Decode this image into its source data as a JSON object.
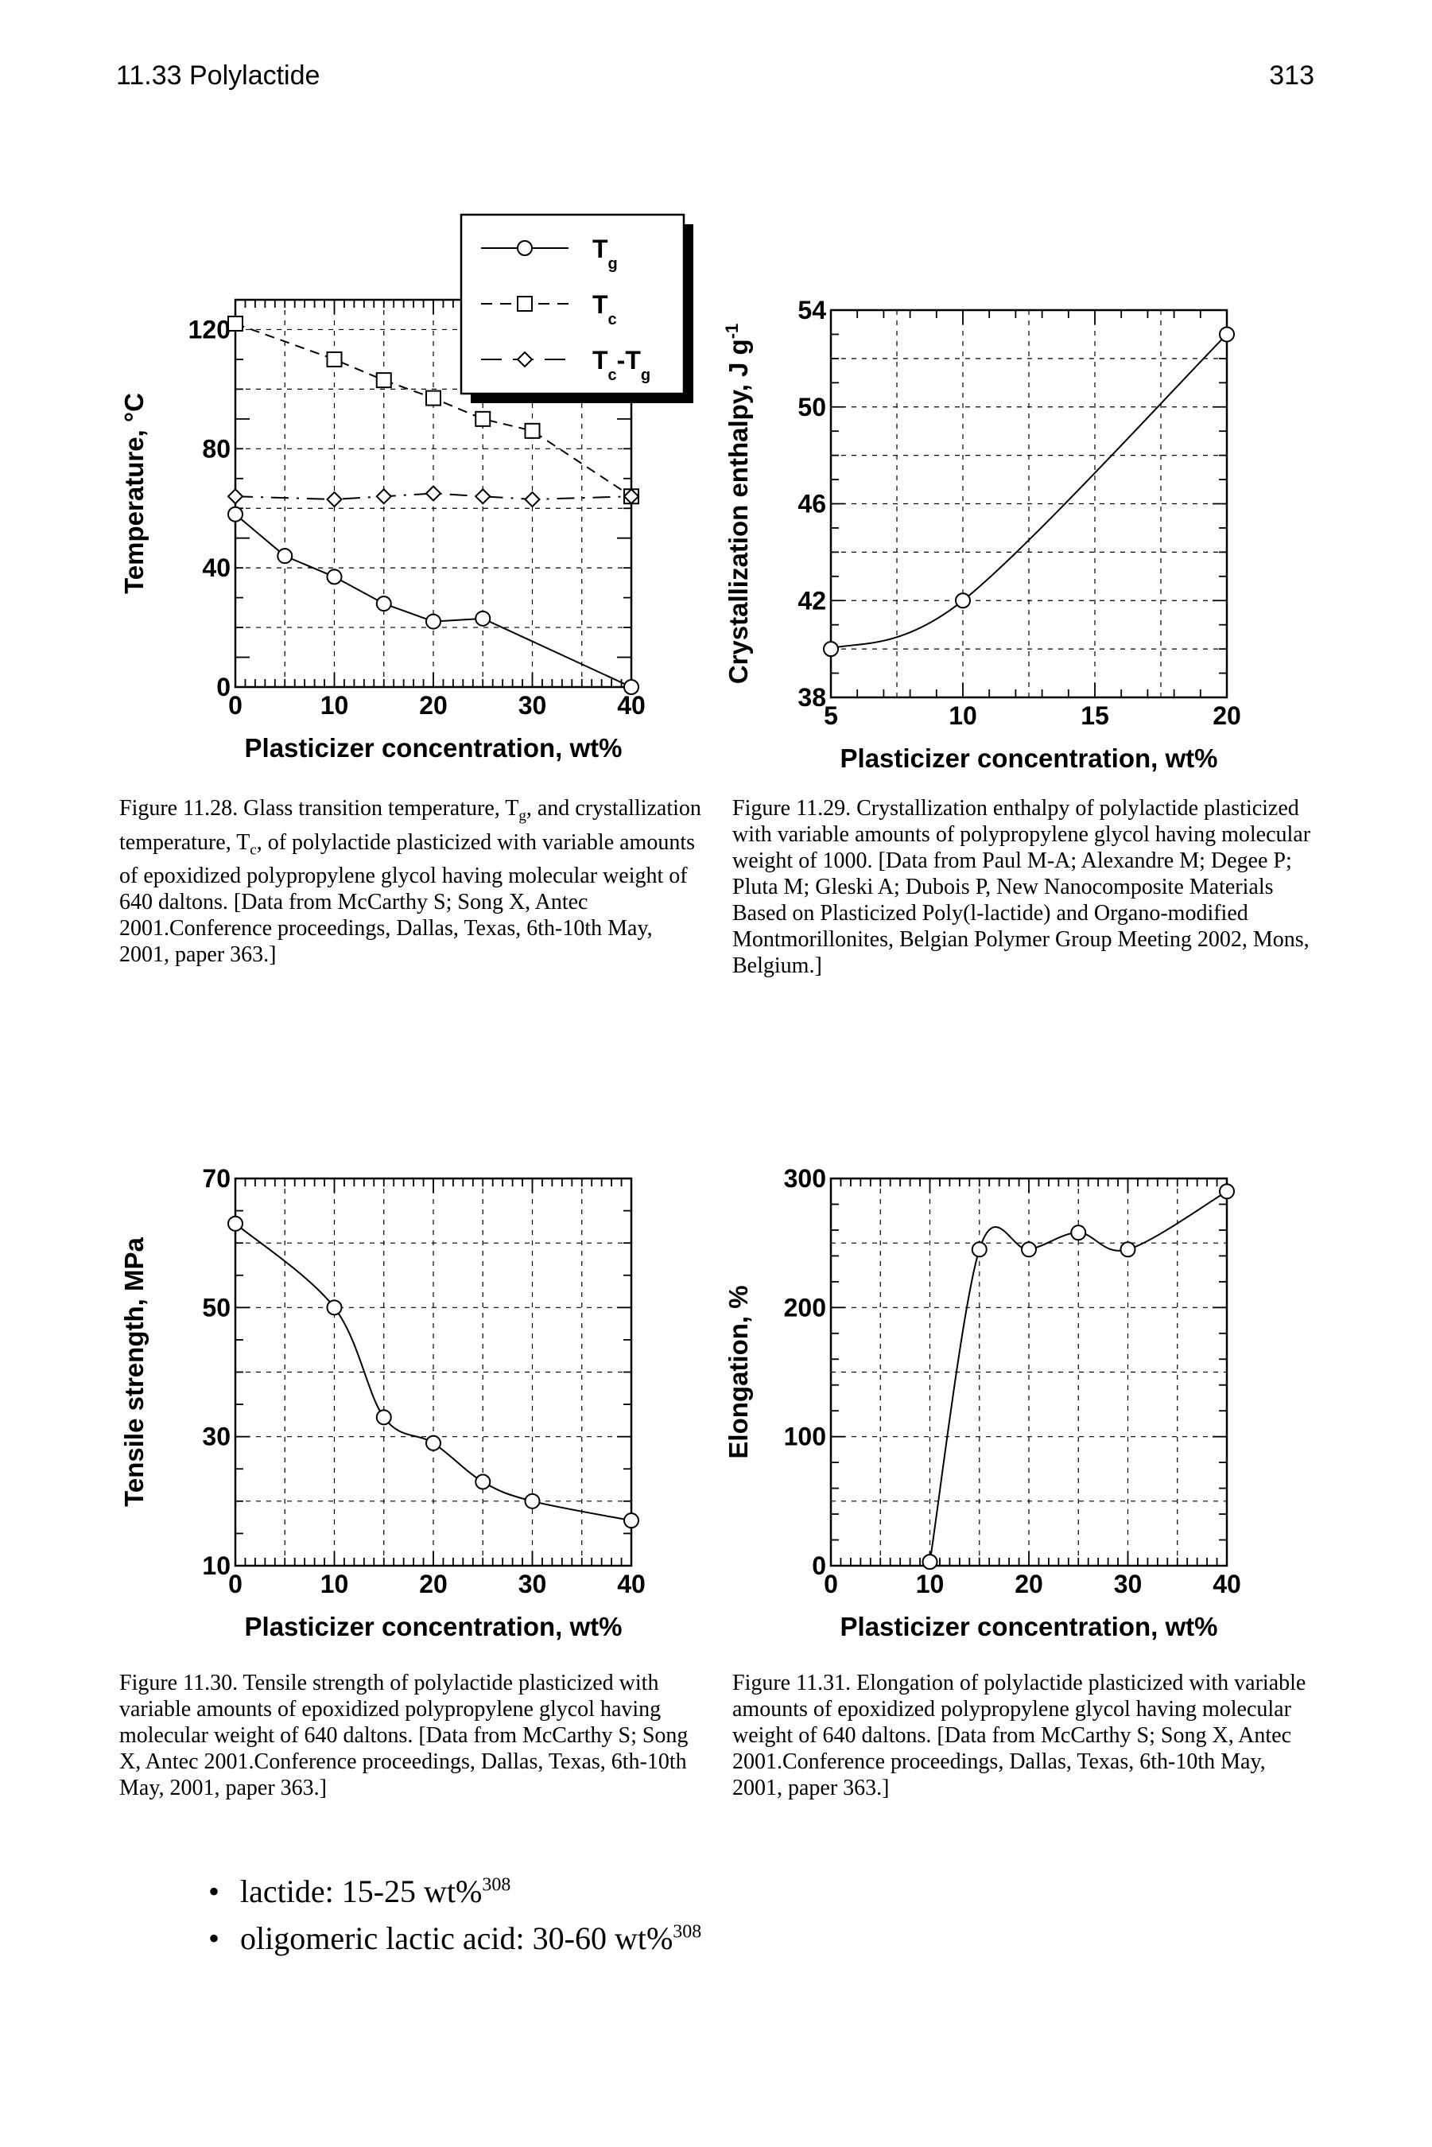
{
  "header": {
    "section": "11.33 Polylactide",
    "page_number": "313"
  },
  "figures": [
    {
      "caption_parts": [
        {
          "t": "Figure 11.28. Glass transition temperature, T"
        },
        {
          "t": "g",
          "sub": true
        },
        {
          "t": ", and crystallization temperature, T"
        },
        {
          "t": "c",
          "sub": true
        },
        {
          "t": ", of polylactide plasticized with variable amounts of epoxidized polypropylene glycol having molecular weight of 640 daltons. [Data from McCarthy S; Song X, Antec 2001.Conference proceedings, Dallas, Texas, 6th-10th May, 2001, paper 363.]"
        }
      ]
    },
    {
      "caption_parts": [
        {
          "t": "Figure 11.29. Crystallization enthalpy of polylactide plasticized with variable amounts of polypropylene glycol having molecular weight of 1000. [Data from Paul M-A; Alexandre M; Degee P; Pluta M; Gleski A; Dubois P, New Nanocomposite Materials Based on Plasticized Poly(l-lactide) and Organo-modified Montmorillonites, Belgian Polymer Group Meeting 2002, Mons, Belgium.]"
        }
      ]
    },
    {
      "caption_parts": [
        {
          "t": "Figure 11.30. Tensile strength of polylactide plasticized with variable amounts of epoxidized polypropylene glycol having molecular weight of 640 daltons. [Data from McCarthy S; Song X, Antec 2001.Conference proceedings, Dallas, Texas, 6th-10th May, 2001, paper 363.]"
        }
      ]
    },
    {
      "caption_parts": [
        {
          "t": "Figure 11.31. Elongation of polylactide plasticized with variable amounts of epoxidized polypropylene glycol having molecular weight of 640 daltons. [Data from McCarthy S; Song X, Antec 2001.Conference proceedings, Dallas, Texas, 6th-10th May, 2001, paper 363.]"
        }
      ]
    }
  ],
  "bullets": [
    {
      "text": "lactide: 15-25 wt%",
      "ref": "308"
    },
    {
      "text": "oligomeric lactic acid: 30-60 wt%",
      "ref": "308"
    }
  ],
  "chart_data": [
    {
      "type": "line",
      "xlabel": "Plasticizer concentration, wt%",
      "ylabel": "Temperature, °C",
      "xlim": [
        0,
        40
      ],
      "ylim": [
        0,
        130
      ],
      "xticks": [
        0,
        10,
        20,
        30,
        40
      ],
      "yticks": [
        0,
        40,
        80,
        120
      ],
      "legend_position": "top-right",
      "series": [
        {
          "name": "T",
          "name_sub": "g",
          "marker": "circle",
          "line": "solid",
          "x": [
            0,
            5,
            10,
            15,
            20,
            25,
            40
          ],
          "y": [
            58,
            44,
            37,
            28,
            22,
            23,
            0
          ]
        },
        {
          "name": "T",
          "name_sub": "c",
          "marker": "square",
          "line": "dashed",
          "x": [
            0,
            10,
            15,
            20,
            25,
            30,
            40
          ],
          "y": [
            122,
            110,
            103,
            97,
            90,
            86,
            64
          ]
        },
        {
          "name": "T -T",
          "name_sub": "c g",
          "marker": "diamond",
          "line": "dash-dot",
          "x": [
            0,
            10,
            15,
            20,
            25,
            30,
            40
          ],
          "y": [
            64,
            63,
            64,
            65,
            64,
            63,
            64
          ]
        }
      ]
    },
    {
      "type": "line",
      "xlabel": "Plasticizer concentration, wt%",
      "ylabel": "Crystallization enthalpy, J g",
      "ylabel_sup": "-1",
      "xlim": [
        5,
        20
      ],
      "ylim": [
        38,
        54
      ],
      "xticks": [
        5,
        10,
        15,
        20
      ],
      "yticks": [
        38,
        42,
        46,
        50,
        54
      ],
      "series": [
        {
          "marker": "circle",
          "x": [
            5,
            10,
            20
          ],
          "y": [
            40,
            42,
            53
          ]
        }
      ]
    },
    {
      "type": "line",
      "xlabel": "Plasticizer concentration, wt%",
      "ylabel": "Tensile strength, MPa",
      "xlim": [
        0,
        40
      ],
      "ylim": [
        10,
        70
      ],
      "xticks": [
        0,
        10,
        20,
        30,
        40
      ],
      "yticks": [
        10,
        30,
        50,
        70
      ],
      "series": [
        {
          "marker": "circle",
          "x": [
            0,
            10,
            15,
            20,
            25,
            30,
            40
          ],
          "y": [
            63,
            50,
            33,
            29,
            23,
            20,
            17
          ]
        }
      ]
    },
    {
      "type": "line",
      "xlabel": "Plasticizer concentration, wt%",
      "ylabel": "Elongation, %",
      "xlim": [
        0,
        40
      ],
      "ylim": [
        0,
        300
      ],
      "xticks": [
        0,
        10,
        20,
        30,
        40
      ],
      "yticks": [
        0,
        100,
        200,
        300
      ],
      "series": [
        {
          "marker": "circle",
          "x": [
            10,
            15,
            20,
            25,
            30,
            40
          ],
          "y": [
            3,
            245,
            245,
            258,
            245,
            290
          ]
        }
      ]
    }
  ]
}
